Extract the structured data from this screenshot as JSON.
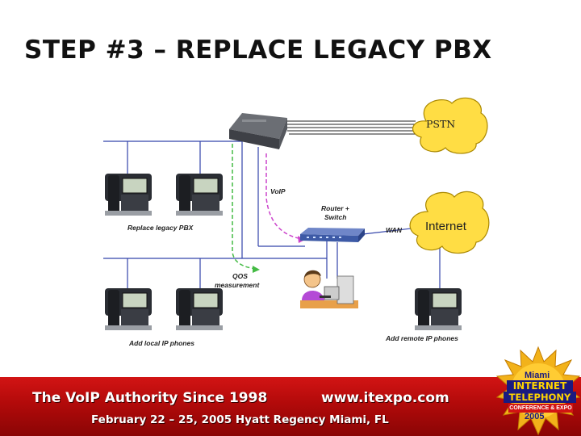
{
  "slide": {
    "title": "STEP #3 – REPLACE LEGACY PBX"
  },
  "diagram": {
    "clouds": {
      "pstn": "PSTN",
      "internet": "Internet"
    },
    "labels": {
      "voip": "VoIP",
      "router_switch_line1": "Router +",
      "router_switch_line2": "Switch",
      "wan": "WAN",
      "replace_legacy_pbx": "Replace legacy PBX",
      "qos_line1": "QOS",
      "qos_line2": "measurement",
      "add_local_ip_phones": "Add local IP phones",
      "add_remote_ip_phones": "Add remote IP phones"
    },
    "icons": [
      "legacy-pbx-icon",
      "ip-phone-icon",
      "router-switch-icon",
      "computer-user-icon",
      "cloud-icon"
    ],
    "colors": {
      "network_line": "#3344aa",
      "voip_path": "#cc44cc",
      "qos_path": "#44bb44",
      "cloud_fill": "#ffdd44",
      "cloud_stroke": "#aa8800"
    }
  },
  "banner": {
    "tagline": "The VoIP Authority Since 1998",
    "url": "www.itexpo.com",
    "event_details": "February 22 – 25, 2005 Hyatt Regency Miami, FL",
    "background_color": "#c01010"
  },
  "logo": {
    "city": "Miami",
    "word1": "INTERNET",
    "word2": "TELEPHONY",
    "word3": "CONFERENCE & EXPO",
    "year": "2005"
  }
}
